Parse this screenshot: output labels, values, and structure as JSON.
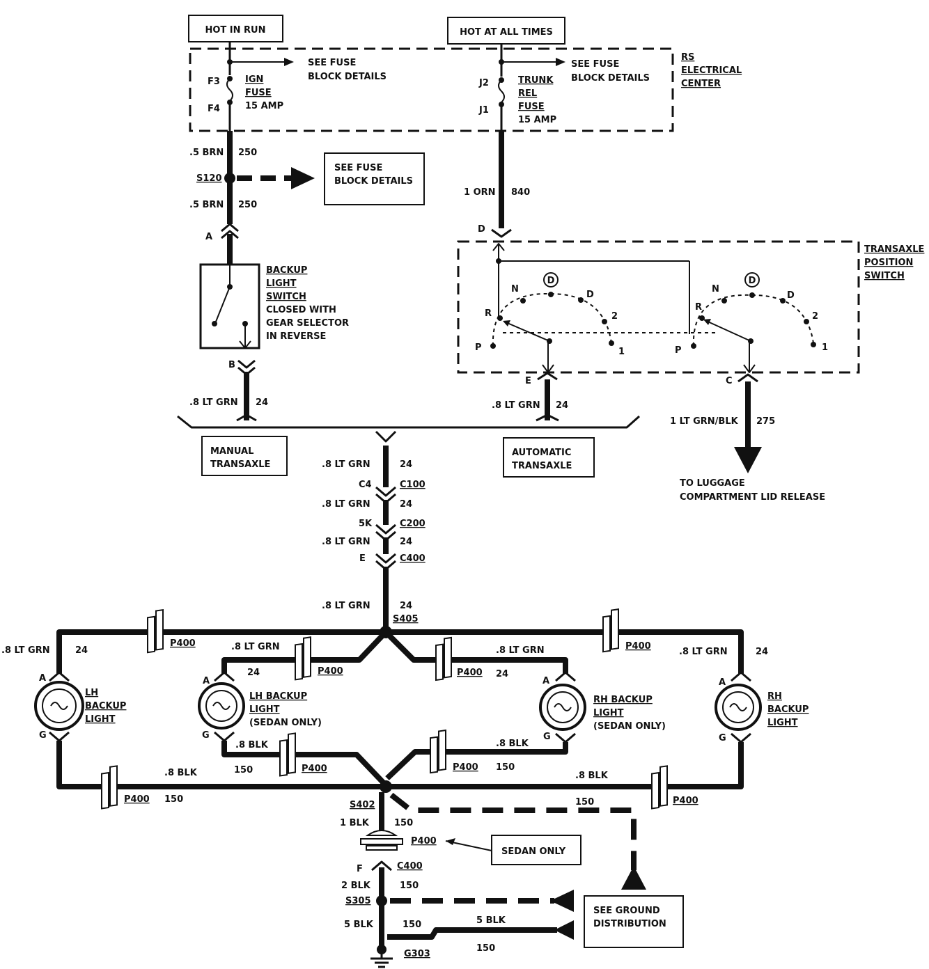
{
  "boxes": {
    "hot_in_run": "HOT IN RUN",
    "hot_at_all_times": "HOT AT ALL TIMES",
    "see_fuse_block_1": "SEE FUSE",
    "see_fuse_block_2": "BLOCK DETAILS",
    "manual_1": "MANUAL",
    "manual_2": "TRANSAXLE",
    "auto_1": "AUTOMATIC",
    "auto_2": "TRANSAXLE",
    "sedan_only": "SEDAN ONLY",
    "ground_1": "SEE GROUND",
    "ground_2": "DISTRIBUTION"
  },
  "electrical_center": {
    "label_1": "RS",
    "label_2": "ELECTRICAL",
    "label_3": "CENTER",
    "see_fuse_1": "SEE FUSE",
    "see_fuse_2": "BLOCK DETAILS",
    "ign_fuse": [
      "IGN",
      "FUSE",
      "15 AMP"
    ],
    "trunk_fuse": [
      "TRUNK",
      "REL",
      "FUSE",
      "15 AMP"
    ],
    "f3": "F3",
    "f4": "F4",
    "j2": "J2",
    "j1": "J1"
  },
  "wires": {
    "w_5brn": ".5 BRN",
    "c250": "250",
    "w_1orn": "1 ORN",
    "c840": "840",
    "w_8ltgrn": ".8 LT GRN",
    "c24": "24",
    "w_1ltgrnblk": "1 LT GRN/BLK",
    "c275": "275",
    "w_8blk": ".8 BLK",
    "c150": "150",
    "w_1blk": "1 BLK",
    "w_2blk": "2 BLK",
    "w_5blk": "5 BLK",
    "w_5blk_b": "5 BLK"
  },
  "splices": {
    "s120": "S120",
    "s405": "S405",
    "s402": "S402",
    "s305": "S305",
    "g303": "G303"
  },
  "connectors": {
    "a": "A",
    "b": "B",
    "d": "D",
    "e": "E",
    "c": "C",
    "f": "F",
    "g": "G",
    "c4": "C4",
    "c100": "C100",
    "k5": "5K",
    "c200": "C200",
    "c400": "C400",
    "p400": "P400"
  },
  "backup_switch": [
    "BACKUP",
    "LIGHT",
    "SWITCH",
    "CLOSED WITH",
    "GEAR SELECTOR",
    "IN REVERSE"
  ],
  "position_switch": {
    "title": [
      "TRANSAXLE",
      "POSITION",
      "SWITCH"
    ],
    "p": "P",
    "r": "R",
    "n": "N",
    "d": "D",
    "od": "D",
    "two": "2",
    "one": "1"
  },
  "luggage": [
    "TO LUGGAGE",
    "COMPARTMENT LID RELEASE"
  ],
  "lights": {
    "lh_outer": [
      "LH",
      "BACKUP",
      "LIGHT"
    ],
    "lh_sedan": [
      "LH BACKUP",
      "LIGHT",
      "(SEDAN ONLY)"
    ],
    "rh_sedan": [
      "RH BACKUP",
      "LIGHT",
      "(SEDAN ONLY)"
    ],
    "rh_outer": [
      "RH",
      "BACKUP",
      "LIGHT"
    ]
  }
}
